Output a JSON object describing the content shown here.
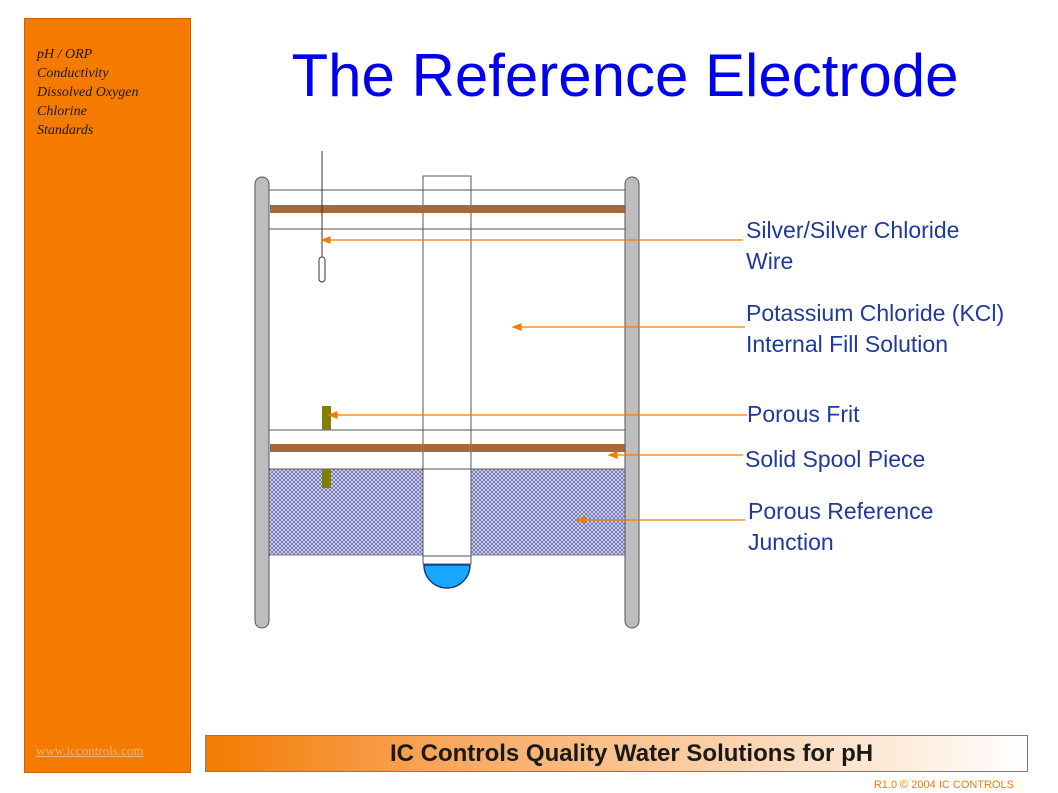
{
  "sidebar": {
    "menu": [
      "pH / ORP",
      "Conductivity",
      "Dissolved Oxygen",
      "Chlorine",
      "Standards"
    ],
    "link": "www.iccontrols.com"
  },
  "title": "The Reference Electrode",
  "callouts": {
    "wire": [
      "Silver/Silver Chloride",
      "Wire"
    ],
    "kcl": [
      "Potassium Chloride (KCl)",
      "Internal Fill Solution"
    ],
    "frit": [
      "Porous Frit"
    ],
    "spool": [
      "Solid Spool Piece"
    ],
    "junction": [
      "Porous Reference",
      "Junction"
    ]
  },
  "footer": "IC Controls Quality Water Solutions for pH",
  "copyright": "R1.0 © 2004 IC CONTROLS",
  "colors": {
    "sidebar": "#f47b00",
    "title": "#0000ee",
    "callout_text": "#1f3a9a",
    "pointer": "#f47b00",
    "wall": "#bdbdbd",
    "plate": "#a66a3a",
    "frit": "#808000",
    "bulb": "#1aa7ff"
  }
}
